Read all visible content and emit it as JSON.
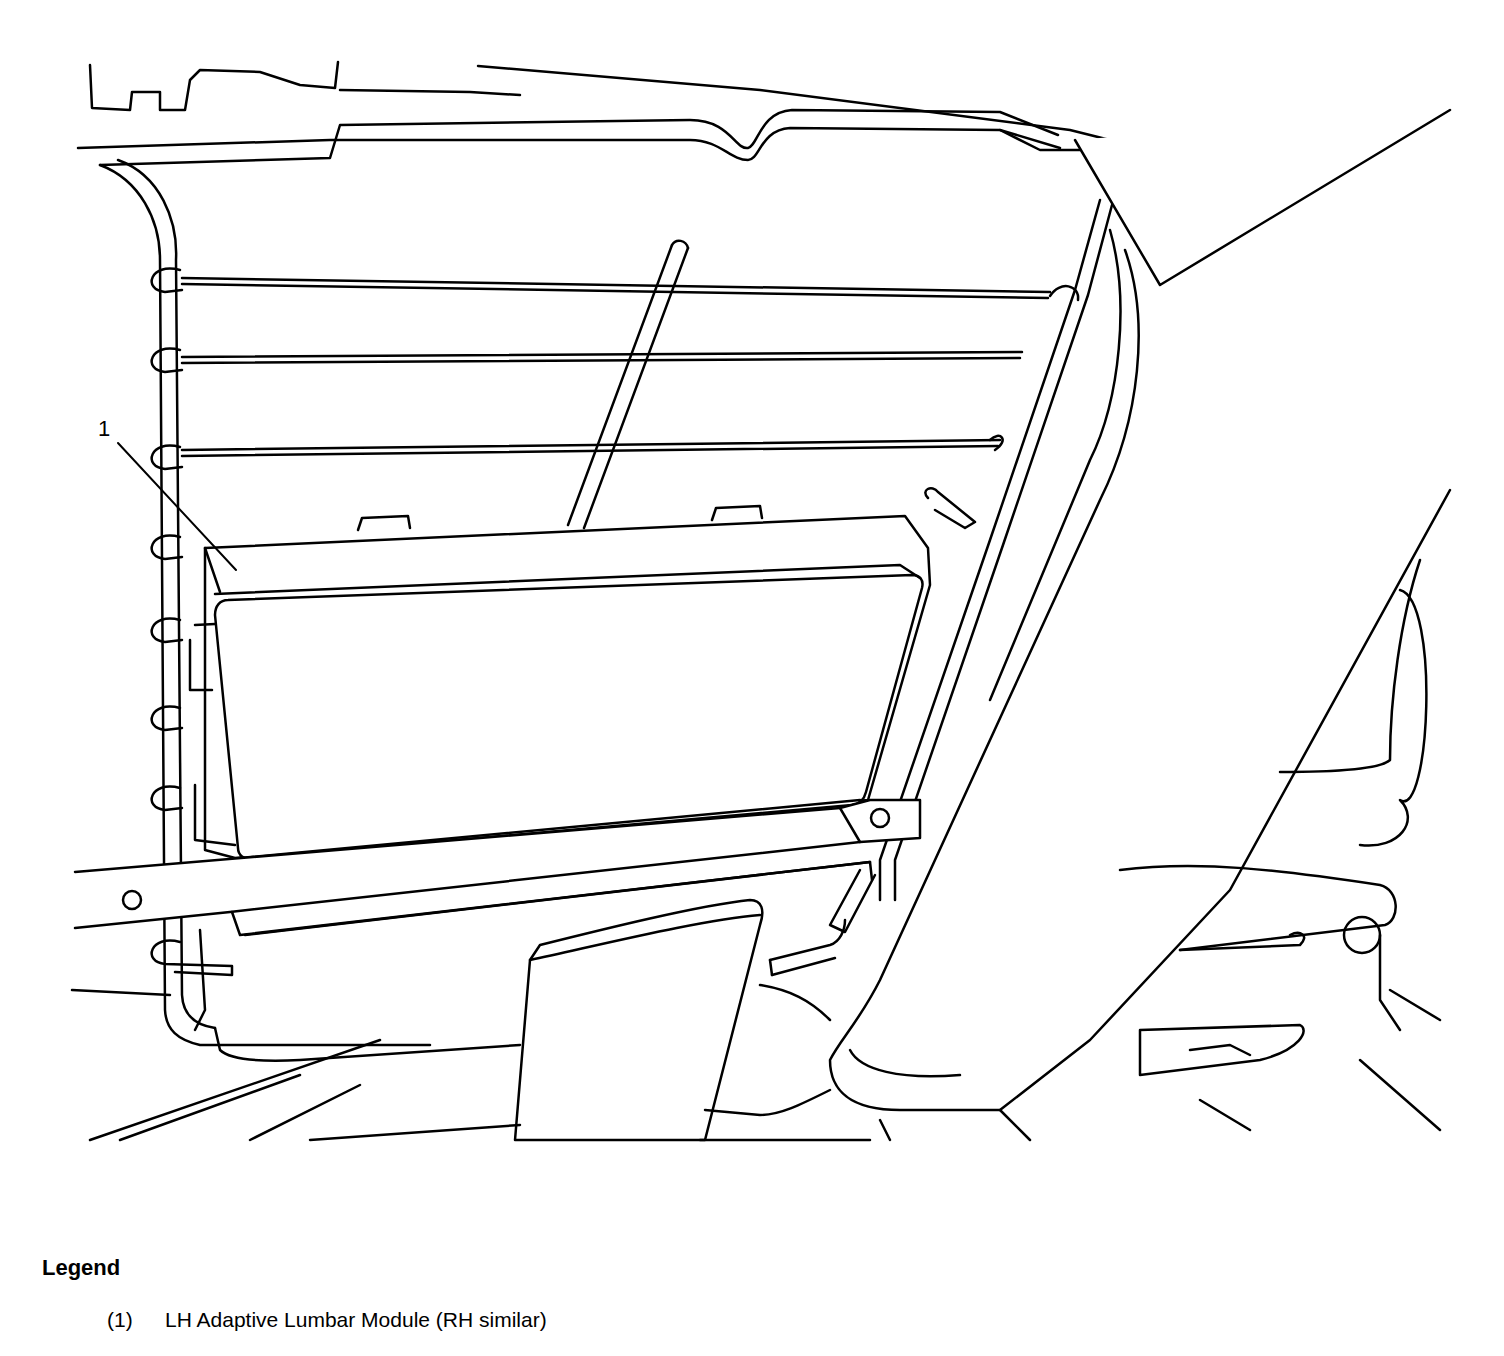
{
  "diagram": {
    "labels": [
      "1",
      "Legend",
      "(1)",
      "LH Adaptive Lumbar Module (RH similar)"
    ]
  }
}
